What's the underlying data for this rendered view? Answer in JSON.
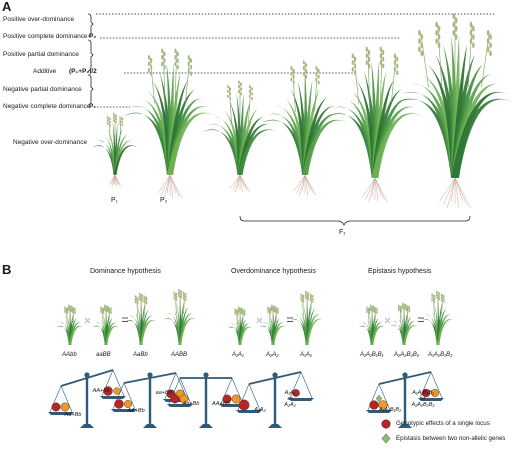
{
  "panel_a": {
    "letter": "A",
    "levels": [
      "Positive over-dominance",
      "Positive complete dominance",
      "Positive partial dominance",
      "Additive",
      "Negative partial dominance",
      "Negative complete dominance",
      "Negative over-dominance"
    ],
    "markers": {
      "p2": "P₂",
      "mid": "(P₁+P₂)/2",
      "p1": "P₁"
    },
    "plant_labels": {
      "p1": "P₁",
      "p2": "P₂",
      "f1": "F₁"
    }
  },
  "panel_b": {
    "letter": "B",
    "dominance": {
      "title": "Dominance hypothesis",
      "genotypes": [
        "AAbb",
        "aaBB",
        "AaBb",
        "AABB"
      ],
      "balances": [
        [
          "Aa+Bb",
          "AA+bb"
        ],
        [
          "AA+Bb",
          "aa+BB"
        ],
        [
          "Aa+Bb",
          "AA+BB"
        ]
      ]
    },
    "overdominance": {
      "title": "Overdominance hypothesis",
      "genotypes": [
        "A₁A₁",
        "A₂A₂",
        "A₁A₂"
      ],
      "balance": {
        "left": "A₁A₂",
        "right_top": "A₁A₁",
        "or": "or",
        "right_bottom": "A₂A₂"
      }
    },
    "epistasis": {
      "title": "Epistasis hypothesis",
      "genotypes": [
        "A₁A₁B₁B₁",
        "A₂A₂B₂B₂",
        "A₁A₂B₁B₂"
      ],
      "balance": {
        "left": "A₁A₂B₁B₂",
        "right_top": "A₁A₁B₁B₁",
        "or": "or",
        "right_bottom": "A₂A₂B₂B₂"
      }
    },
    "legend": [
      {
        "label": "Genotypic effects of a single locus",
        "color": "#b3262a",
        "icon": "red-circle-icon"
      },
      {
        "label": "Epistasis between two non-allelic genes",
        "color": "#7fae63",
        "icon": "green-diamond-icon"
      }
    ]
  }
}
